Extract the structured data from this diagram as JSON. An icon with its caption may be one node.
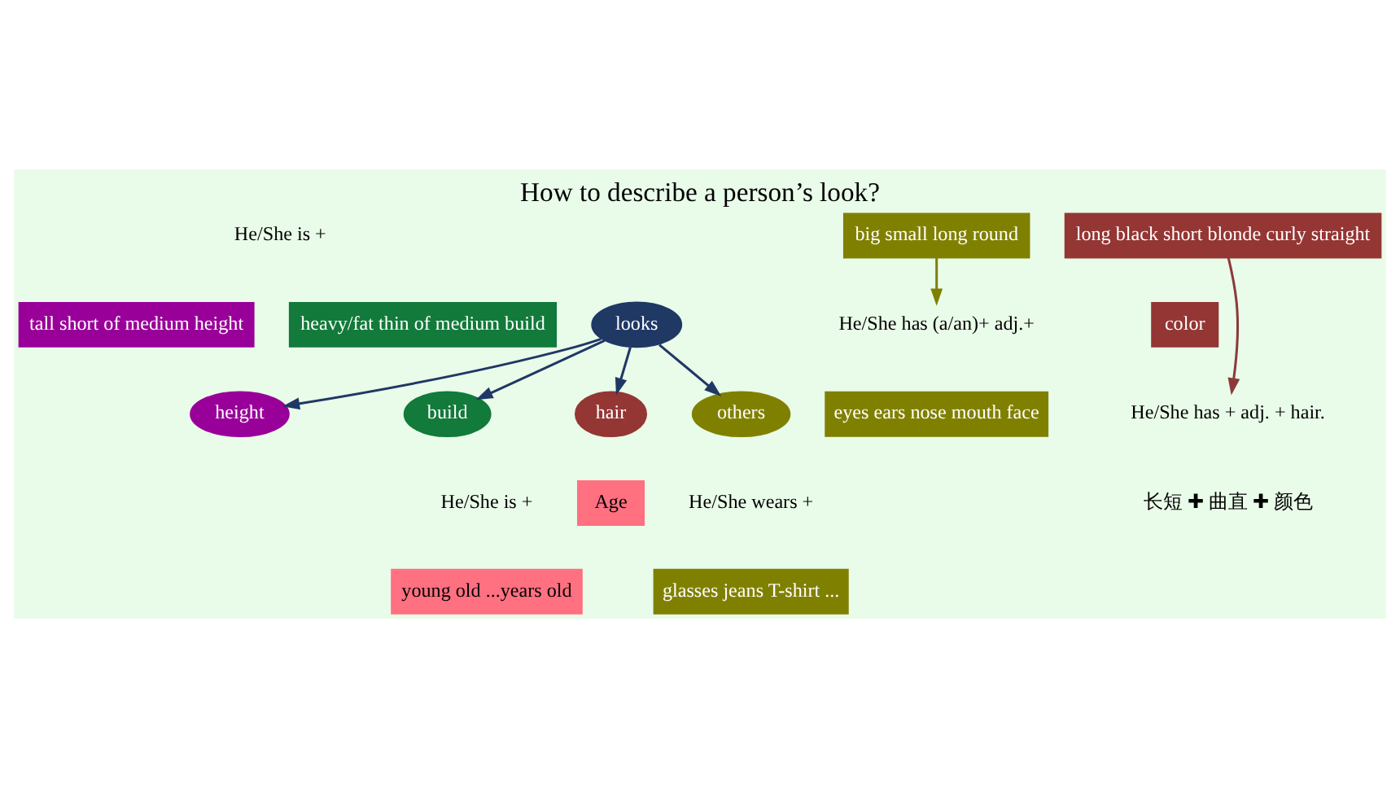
{
  "diagram": {
    "title": "How to describe a person’s look?",
    "nodes": [
      {
        "text": [
          "looks"
        ]
      },
      {
        "text": [
          "height"
        ]
      },
      {
        "text": [
          "build"
        ]
      },
      {
        "text": [
          "others"
        ]
      },
      {
        "text": [
          "hair"
        ]
      },
      {
        "text": [
          "tall short of medium height"
        ]
      },
      {
        "text": [
          "heavy/fat thin of medium build"
        ]
      },
      {
        "text": [
          "big small long round"
        ]
      },
      {
        "text": [
          "eyes ears nose mouth face"
        ]
      },
      {
        "text": [
          "glasses jeans T-shirt ..."
        ]
      },
      {
        "text": [
          "long black short blonde curly straight"
        ]
      },
      {
        "text": [
          "color"
        ]
      },
      {
        "text": [
          "Age"
        ]
      },
      {
        "text": [
          "young old ...years old"
        ]
      },
      {
        "text": [
          "He/She has (a/an)+ adj.+"
        ]
      },
      {
        "text": [
          "He/She has + adj. + hair."
        ]
      }
    ],
    "edges": [
      {
        "from": 0,
        "to": 1,
        "arrow": "to"
      },
      {
        "from": 0,
        "to": 2,
        "arrow": "to"
      },
      {
        "from": 0,
        "to": 3,
        "arrow": "to"
      },
      {
        "from": 0,
        "to": 4,
        "arrow": "to"
      },
      {
        "from": 7,
        "to": 14,
        "arrow": "to",
        "color": "#808000"
      },
      {
        "from": 10,
        "to": 15,
        "arrow": "to",
        "color": "#8b3a3a"
      }
    ],
    "labels": [
      "He/She is +",
      "He/She wears +",
      "He/She is +",
      "长短 ✚ 曲直 ✚ 颜色"
    ]
  }
}
